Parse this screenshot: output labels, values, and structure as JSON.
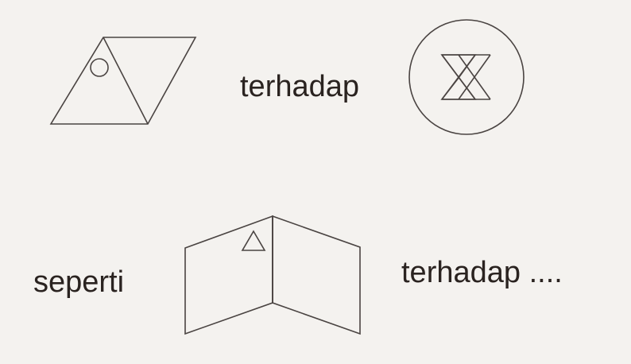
{
  "texts": {
    "row1_word": "terhadap",
    "row2_left_word": "seperti",
    "row2_right_word": "terhadap ...."
  },
  "colors": {
    "background": "#f4f2ef",
    "ink": "#4a4442",
    "text": "#2a2320"
  },
  "figures": [
    {
      "name": "parallelogram-with-circle",
      "shapes": [
        "parallelogram",
        "diagonal",
        "small-circle"
      ]
    },
    {
      "name": "circle-with-hourglass",
      "shapes": [
        "circle",
        "two-crossed-triangles",
        "inner-triangle"
      ]
    },
    {
      "name": "folded-card-with-triangle",
      "shapes": [
        "two-panels",
        "center-fold",
        "small-triangle"
      ]
    }
  ]
}
